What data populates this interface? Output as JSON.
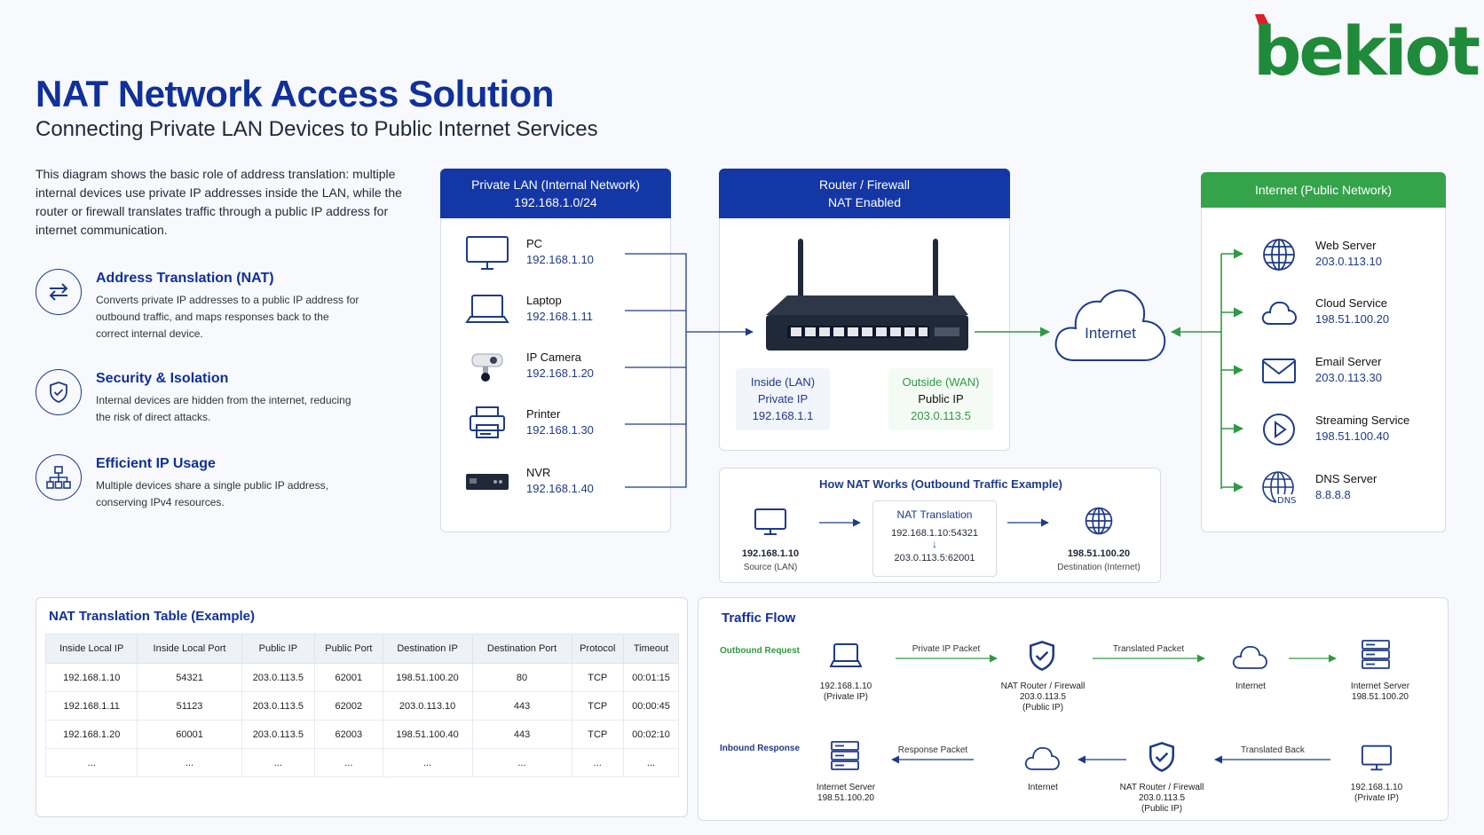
{
  "brand": {
    "logo_text": "bekiot"
  },
  "header": {
    "title": "NAT Network Access Solution",
    "subtitle": "Connecting Private LAN Devices to Public Internet Services"
  },
  "intro": "This diagram shows the basic role of address translation: multiple internal devices use private IP addresses inside the LAN, while the router or firewall translates traffic through a public IP address for internet communication.",
  "features": [
    {
      "icon": "swap-arrows-icon",
      "title": "Address Translation (NAT)",
      "desc": "Converts private IP addresses to a public IP address for outbound traffic, and maps responses back to the correct internal device."
    },
    {
      "icon": "shield-icon",
      "title": "Security & Isolation",
      "desc": "Internal devices are hidden from the internet, reducing the risk of direct attacks."
    },
    {
      "icon": "network-tree-icon",
      "title": "Efficient IP Usage",
      "desc": "Multiple devices share a single public IP address, conserving IPv4 resources."
    }
  ],
  "lan": {
    "title": "Private LAN (Internal Network)",
    "subnet": "192.168.1.0/24",
    "devices": [
      {
        "icon": "monitor-icon",
        "name": "PC",
        "ip": "192.168.1.10"
      },
      {
        "icon": "laptop-icon",
        "name": "Laptop",
        "ip": "192.168.1.11"
      },
      {
        "icon": "camera-icon",
        "name": "IP Camera",
        "ip": "192.168.1.20"
      },
      {
        "icon": "printer-icon",
        "name": "Printer",
        "ip": "192.168.1.30"
      },
      {
        "icon": "nvr-icon",
        "name": "NVR",
        "ip": "192.168.1.40"
      }
    ]
  },
  "router": {
    "title": "Router / Firewall",
    "subtitle": "NAT Enabled",
    "inside": {
      "label": "Inside (LAN)",
      "type": "Private IP",
      "ip": "192.168.1.1"
    },
    "outside": {
      "label": "Outside (WAN)",
      "type": "Public IP",
      "ip": "203.0.113.5"
    }
  },
  "internet_label": "Internet",
  "public": {
    "title": "Internet (Public Network)",
    "services": [
      {
        "icon": "globe-icon",
        "name": "Web Server",
        "ip": "203.0.113.10"
      },
      {
        "icon": "cloud-icon",
        "name": "Cloud Service",
        "ip": "198.51.100.20"
      },
      {
        "icon": "mail-icon",
        "name": "Email Server",
        "ip": "203.0.113.30"
      },
      {
        "icon": "play-icon",
        "name": "Streaming Service",
        "ip": "198.51.100.40"
      },
      {
        "icon": "dns-globe-icon",
        "name": "DNS Server",
        "ip": "8.8.8.8"
      }
    ]
  },
  "how_nat": {
    "title": "How NAT Works (Outbound Traffic Example)",
    "source_ip": "192.168.1.10",
    "source_label": "Source (LAN)",
    "translation_title": "NAT Translation",
    "from": "192.168.1.10:54321",
    "arrow": "↓",
    "to": "203.0.113.5:62001",
    "dest_ip": "198.51.100.20",
    "dest_label": "Destination (Internet)"
  },
  "table": {
    "title": "NAT Translation Table (Example)",
    "headers": [
      "Inside Local IP",
      "Inside Local Port",
      "Public IP",
      "Public Port",
      "Destination IP",
      "Destination Port",
      "Protocol",
      "Timeout"
    ],
    "rows": [
      [
        "192.168.1.10",
        "54321",
        "203.0.113.5",
        "62001",
        "198.51.100.20",
        "80",
        "TCP",
        "00:01:15"
      ],
      [
        "192.168.1.11",
        "51123",
        "203.0.113.5",
        "62002",
        "203.0.113.10",
        "443",
        "TCP",
        "00:00:45"
      ],
      [
        "192.168.1.20",
        "60001",
        "203.0.113.5",
        "62003",
        "198.51.100.40",
        "443",
        "TCP",
        "00:02:10"
      ],
      [
        "...",
        "...",
        "...",
        "...",
        "...",
        "...",
        "...",
        "..."
      ]
    ]
  },
  "traffic": {
    "title": "Traffic Flow",
    "outbound": {
      "label": "Outbound Request",
      "n1": [
        "192.168.1.10",
        "(Private IP)"
      ],
      "e1": "Private IP Packet",
      "n2": [
        "NAT Router / Firewall",
        "203.0.113.5",
        "(Public IP)"
      ],
      "e2": "Translated Packet",
      "n3": [
        "Internet"
      ],
      "n4": [
        "Internet Server",
        "198.51.100.20"
      ]
    },
    "inbound": {
      "label": "Inbound Response",
      "n1": [
        "Internet Server",
        "198.51.100.20"
      ],
      "e1": "Response Packet",
      "n2": [
        "Internet"
      ],
      "n3": [
        "NAT Router / Firewall",
        "203.0.113.5",
        "(Public IP)"
      ],
      "e2": "Translated Back",
      "n4": [
        "192.168.1.10",
        "(Private IP)"
      ]
    }
  },
  "colors": {
    "primary": "#1437a6",
    "green": "#34a34a",
    "logo_red": "#e11d2a",
    "logo_green": "#1f8a3a"
  }
}
